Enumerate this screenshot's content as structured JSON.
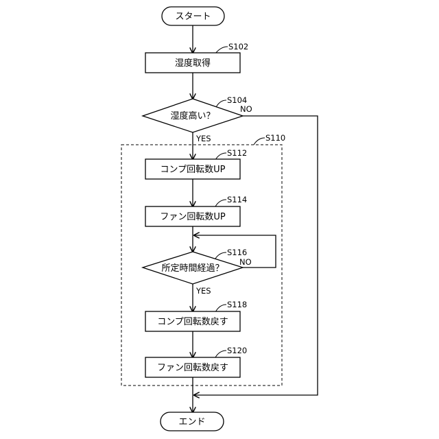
{
  "nodes": {
    "start": "スタート",
    "get_humidity": "湿度取得",
    "humidity_high": "湿度高い？",
    "comp_up": "コンプ回転数UP",
    "fan_up": "ファン回転数UP",
    "time_elapsed": "所定時間経過？",
    "comp_restore": "コンプ回転数戻す",
    "fan_restore": "ファン回転数戻す",
    "end": "エンド"
  },
  "steps": {
    "s102": "S102",
    "s104": "S104",
    "s110": "S110",
    "s112": "S112",
    "s114": "S114",
    "s116": "S116",
    "s118": "S118",
    "s120": "S120"
  },
  "branches": {
    "s104_no": "NO",
    "s104_yes": "YES",
    "s116_no": "NO",
    "s116_yes": "YES"
  }
}
